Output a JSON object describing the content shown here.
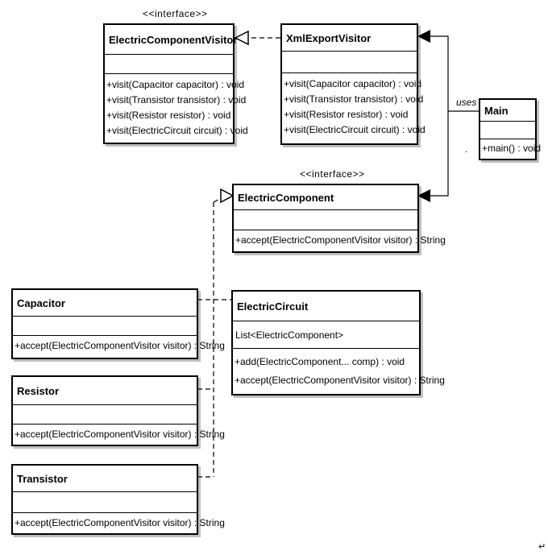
{
  "stereotype": "<<interface>>",
  "association_label": "uses",
  "stray_mark": "↵",
  "classes": {
    "visitor": {
      "name": "ElectricComponentVisitor",
      "attributes": "",
      "operations": [
        "+visit(Capacitor capacitor) : void",
        "+visit(Transistor transistor) : void",
        "+visit(Resistor resistor) : void",
        "+visit(ElectricCircuit circuit) : void"
      ]
    },
    "xml_export": {
      "name": "XmlExportVisitor",
      "attributes": "",
      "operations": [
        "+visit(Capacitor capacitor) : void",
        "+visit(Transistor transistor) : void",
        "+visit(Resistor resistor) : void",
        "+visit(ElectricCircuit circuit) : void"
      ]
    },
    "main": {
      "name": "Main",
      "attributes": "",
      "operations": [
        "+main() : void"
      ]
    },
    "component": {
      "name": "ElectricComponent",
      "attributes": "",
      "operations": [
        "+accept(ElectricComponentVisitor visitor) : String"
      ]
    },
    "capacitor": {
      "name": "Capacitor",
      "attributes": "",
      "operations": [
        "+accept(ElectricComponentVisitor visitor) : String"
      ]
    },
    "circuit": {
      "name": "ElectricCircuit",
      "attributes": "List<ElectricComponent>",
      "operations": [
        "+add(ElectricComponent... comp) : void",
        "+accept(ElectricComponentVisitor visitor) : String"
      ]
    },
    "resistor": {
      "name": "Resistor",
      "attributes": "",
      "operations": [
        "+accept(ElectricComponentVisitor visitor) : String"
      ]
    },
    "transistor": {
      "name": "Transistor",
      "attributes": "",
      "operations": [
        "+accept(ElectricComponentVisitor visitor) : String"
      ]
    }
  }
}
